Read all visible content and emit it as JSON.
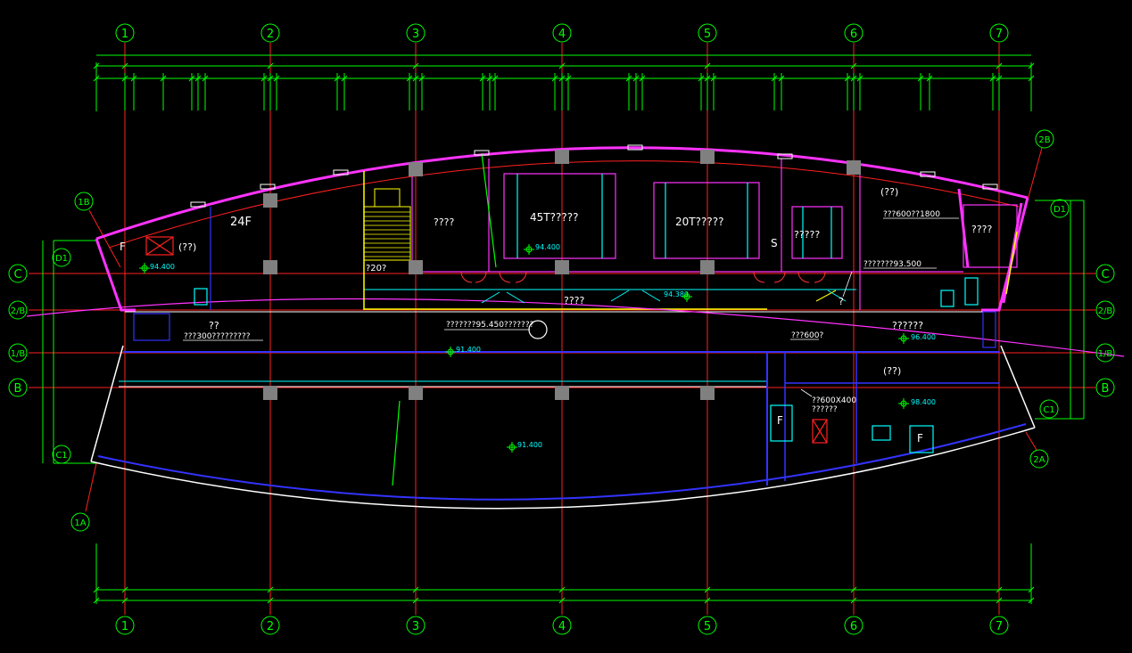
{
  "axes": {
    "columns": [
      "1",
      "2",
      "3",
      "4",
      "5",
      "6",
      "7"
    ],
    "rows_left": [
      "D1",
      "C",
      "2/B",
      "1/B",
      "B",
      "C1"
    ],
    "rows_right": [
      "D1",
      "C",
      "2/B",
      "1/B",
      "B",
      "C1"
    ],
    "diagonal": [
      "1B",
      "1A",
      "2B",
      "2A"
    ]
  },
  "rooms": {
    "floor_24f": "24F",
    "f_left": "F",
    "paren_left": "(??)",
    "stair_room": "????",
    "t45": "45T?????",
    "t20": "20T?????",
    "s_label": "S",
    "room_right_shaft": "?????",
    "paren_right": "(??)",
    "room_right_top": "????",
    "corridor": "????",
    "room_right_mid": "??????",
    "paren_right_low": "(??)",
    "f_mid": "F",
    "f_right": "F",
    "q_small": "?",
    "q_left": "??",
    "r20": "?20?"
  },
  "notes": {
    "right_top": "???600??1800",
    "elev_93500": "???????93.500",
    "note_95450": "???????95.450???????",
    "note_left": "???300?????????",
    "door_600": "???600?",
    "door_600x400": "??600X400",
    "door_600x400_b": "??????"
  },
  "elevations": {
    "e1": "94.400",
    "e2": "94.400",
    "e3": "94.380",
    "e4": "91.400",
    "e5": "91.400",
    "e6": "96.400",
    "e7": "98.400"
  },
  "colors": {
    "background": "#000000",
    "axis_line": "#ff2020",
    "axis_label": "#00ff00",
    "wall_outer": "#ff33ff",
    "wall_inner": "#3333ff",
    "equipment": "#00ffff",
    "stair": "#ffff00",
    "column": "#808080"
  }
}
